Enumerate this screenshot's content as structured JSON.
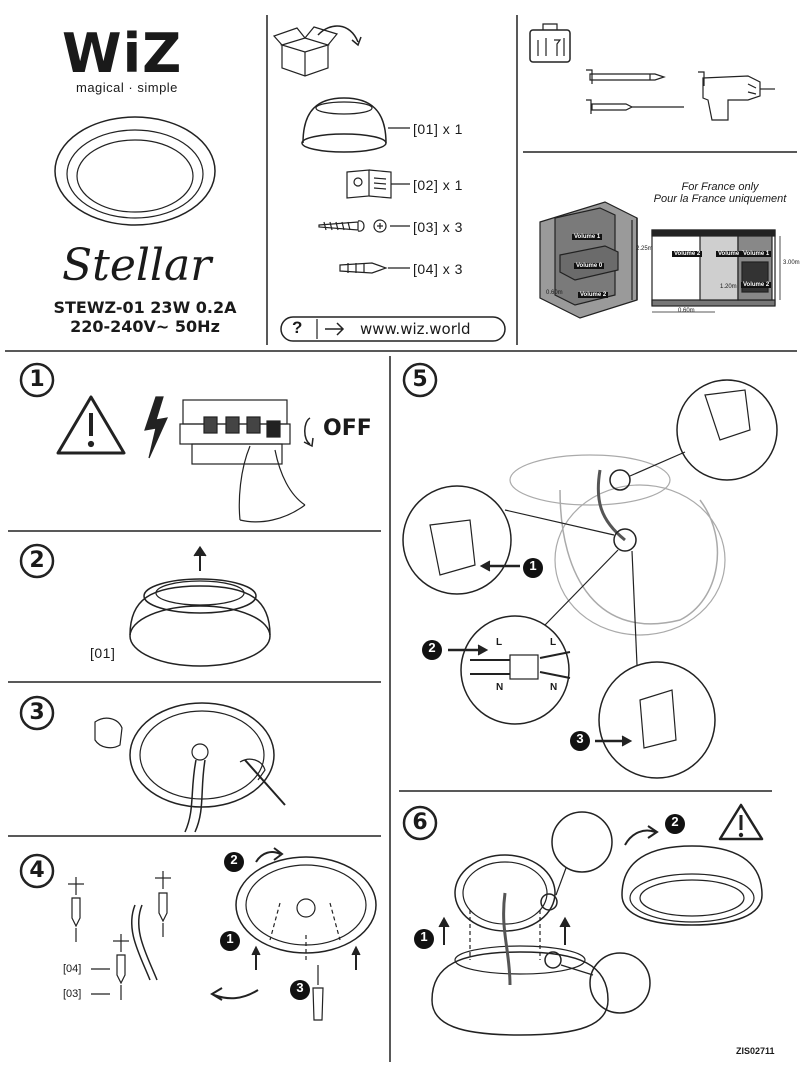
{
  "header": {
    "brand": "WiZ",
    "tagline": "magical · simple",
    "product_name": "Stellar",
    "model_line": "STEWZ-01 23W 0.2A",
    "voltage_line": "220-240V~ 50Hz"
  },
  "package": {
    "items": [
      {
        "code": "[01] x 1",
        "icon": "ceiling-lamp-icon"
      },
      {
        "code": "[02] x 1",
        "icon": "manual-book-icon"
      },
      {
        "code": "[03] x 3",
        "icon": "screw-icon"
      },
      {
        "code": "[04] x 3",
        "icon": "wall-plug-icon"
      }
    ],
    "help_symbol": "?",
    "website": "www.wiz.world"
  },
  "tools": {
    "icons": [
      "toolbox-icon",
      "pencil-icon",
      "screwdriver-icon",
      "drill-icon"
    ]
  },
  "france": {
    "line1": "For France only",
    "line2": "Pour la France uniquement",
    "volumes_left": [
      "Volume 1",
      "Volume 0",
      "Volume 2"
    ],
    "volumes_right": [
      "Volume 2",
      "Volume 1",
      "Volume 1",
      "Volume 2"
    ],
    "dims": [
      "2.25m",
      "0.60m",
      "0.60m",
      "3.00m",
      "1.20m"
    ]
  },
  "steps": {
    "s1": {
      "number": "1",
      "off_label": "OFF"
    },
    "s2": {
      "number": "2",
      "part_label": "[01]"
    },
    "s3": {
      "number": "3"
    },
    "s4": {
      "number": "4",
      "labels": [
        "[04]",
        "[03]"
      ],
      "markers": [
        "1",
        "2",
        "3"
      ]
    },
    "s5": {
      "number": "5",
      "markers": [
        "1",
        "2",
        "3"
      ],
      "wires": [
        "L",
        "L",
        "N",
        "N"
      ]
    },
    "s6": {
      "number": "6",
      "markers": [
        "1",
        "2"
      ]
    }
  },
  "footer": {
    "doc_code": "ZIS02711"
  }
}
